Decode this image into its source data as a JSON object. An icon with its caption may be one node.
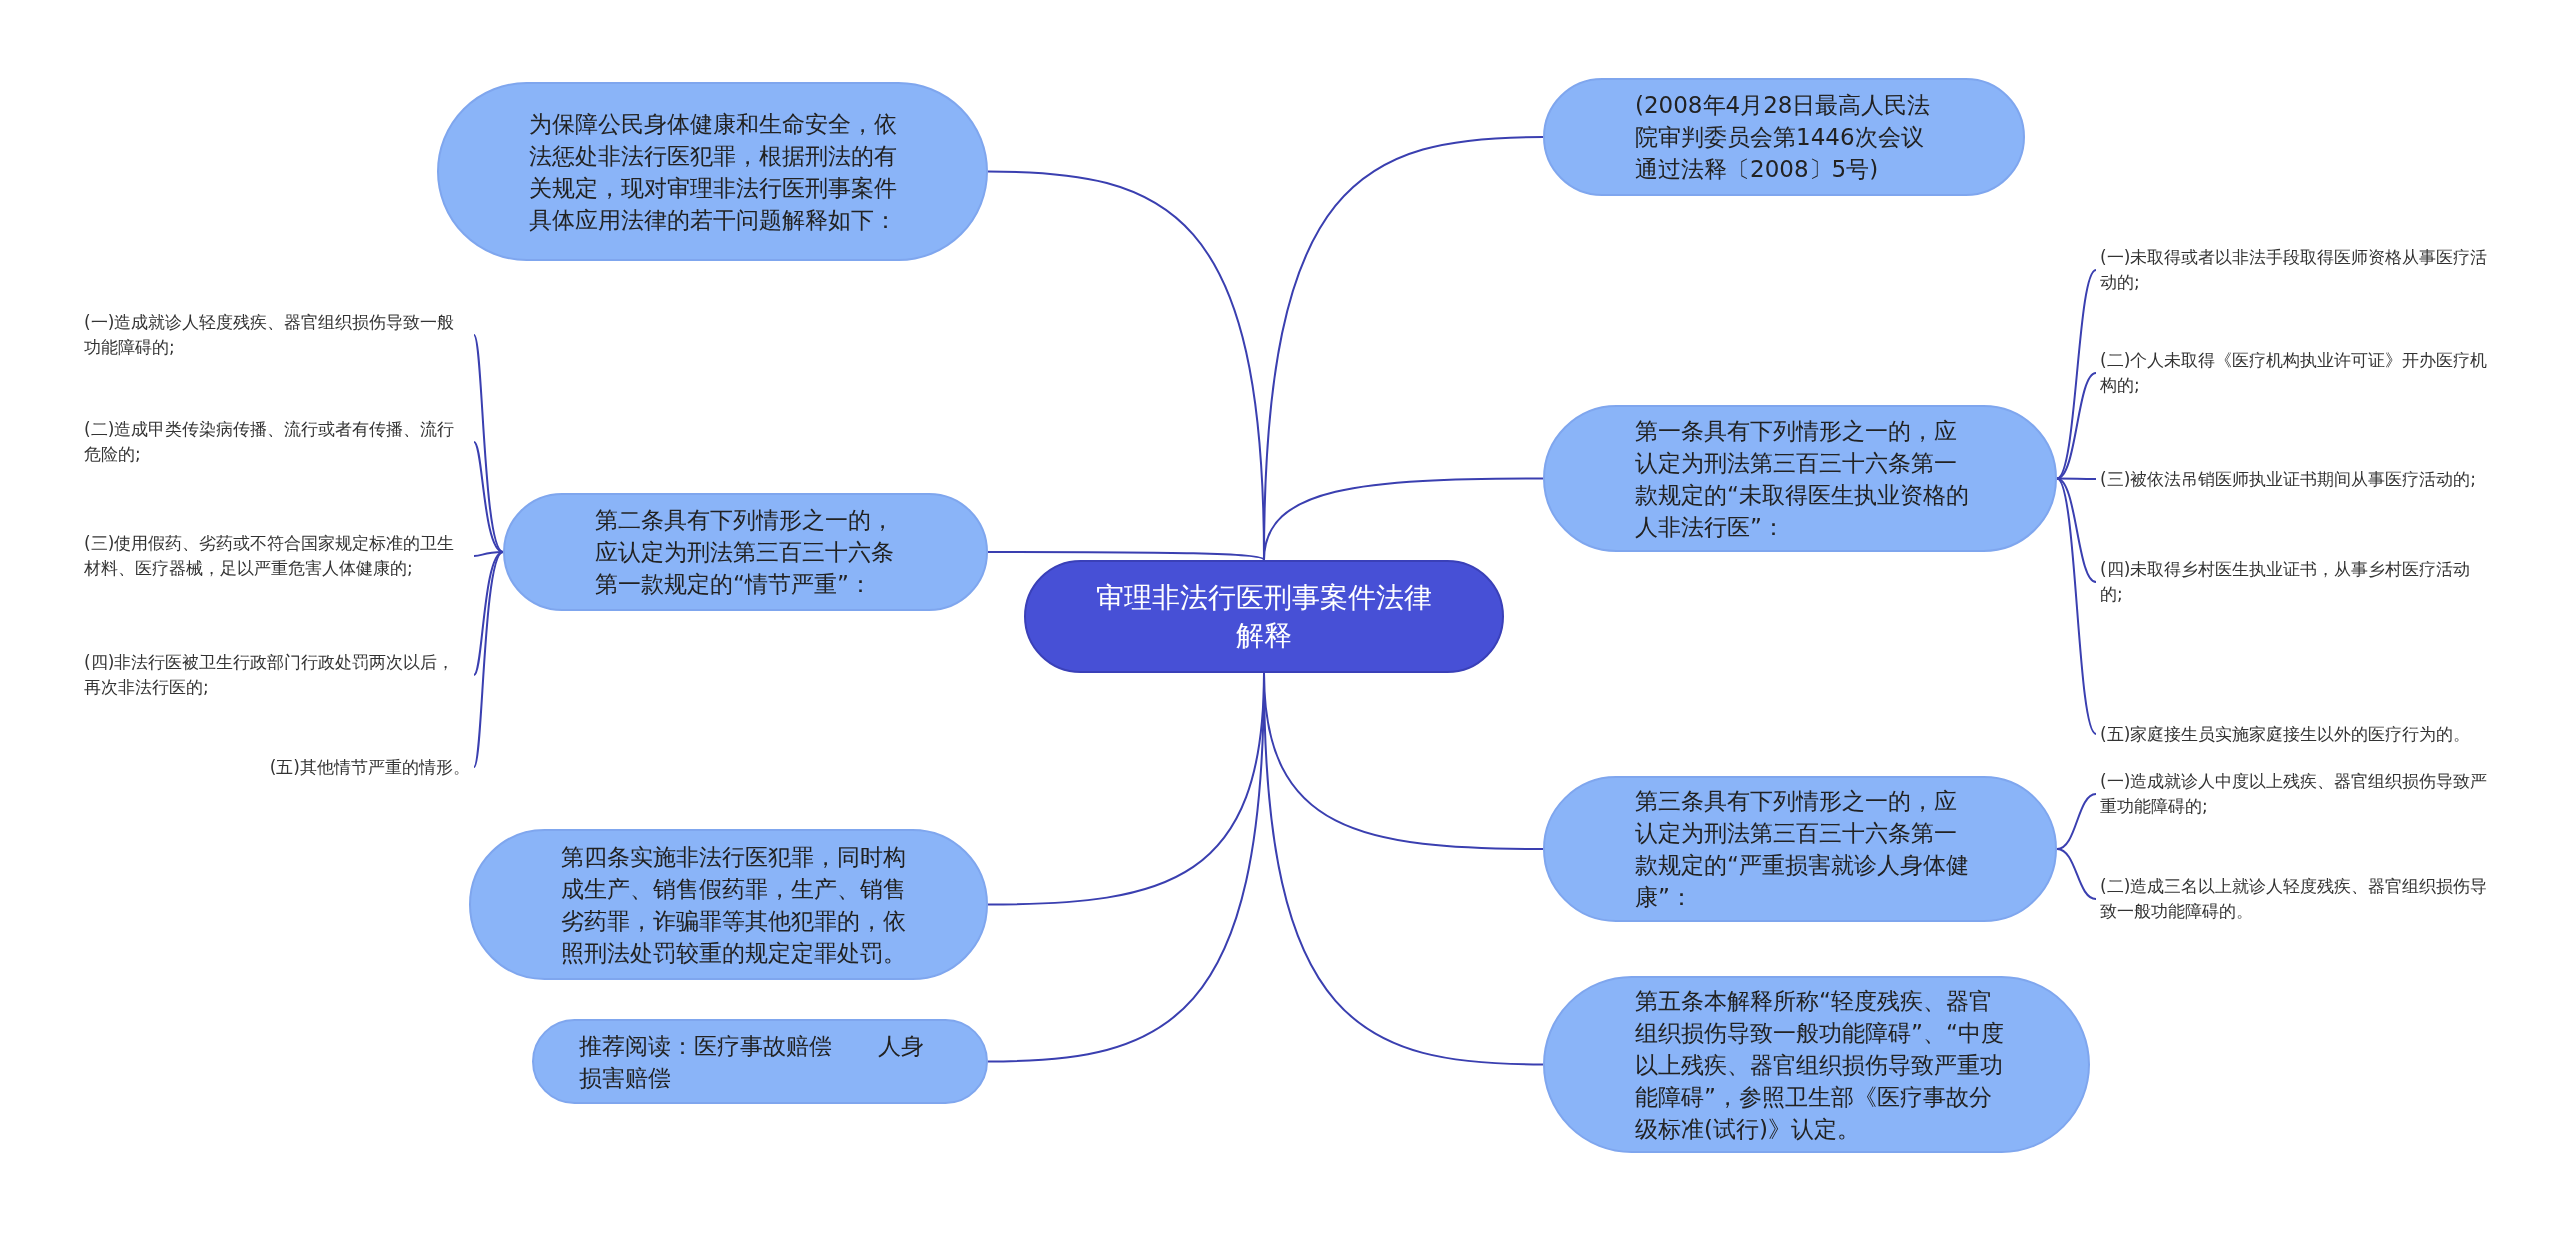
{
  "diagram": {
    "nodes": [
      {
        "text": [
          "审理非法行医刑事案件法律解释"
        ]
      },
      {
        "text": [
          "为保障公民身体健康和生命安全，依法惩处非法行医犯罪，根据刑法的有关规定，现对审理非法行医刑事案件具体应用法律的若干问题解释如下："
        ]
      },
      {
        "text": [
          "第二条具有下列情形之一的，应认定为刑法第三百三十六条第一款规定的“情节严重”："
        ]
      },
      {
        "text": [
          "(一)造成就诊人轻度残疾、器官组织损伤导致一般功能障碍的;"
        ]
      },
      {
        "text": [
          "(二)造成甲类传染病传播、流行或者有传播、流行危险的;"
        ]
      },
      {
        "text": [
          "(三)使用假药、劣药或不符合国家规定标准的卫生材料、医疗器械，足以严重危害人体健康的;"
        ]
      },
      {
        "text": [
          "(四)非法行医被卫生行政部门行政处罚两次以后，再次非法行医的;"
        ]
      },
      {
        "text": [
          "(五)其他情节严重的情形。"
        ]
      },
      {
        "text": [
          "第四条实施非法行医犯罪，同时构成生产、销售假药罪，生产、销售劣药罪，诈骗罪等其他犯罪的，依照刑法处罚较重的规定定罪处罚。"
        ]
      },
      {
        "text": [
          "推荐阅读：医疗事故赔偿　　人身损害赔偿"
        ]
      },
      {
        "text": [
          "(2008年4月28日最高人民法院审判委员会第1446次会议通过法释〔2008〕5号)"
        ]
      },
      {
        "text": [
          "第一条具有下列情形之一的，应认定为刑法第三百三十六条第一款规定的“未取得医生执业资格的人非法行医”："
        ]
      },
      {
        "text": [
          "(一)未取得或者以非法手段取得医师资格从事医疗活动的;"
        ]
      },
      {
        "text": [
          "(二)个人未取得《医疗机构执业许可证》开办医疗机构的;"
        ]
      },
      {
        "text": [
          "(三)被依法吊销医师执业证书期间从事医疗活动的;"
        ]
      },
      {
        "text": [
          "(四)未取得乡村医生执业证书，从事乡村医疗活动的;"
        ]
      },
      {
        "text": [
          "(五)家庭接生员实施家庭接生以外的医疗行为的。"
        ]
      },
      {
        "text": [
          "第三条具有下列情形之一的，应认定为刑法第三百三十六条第一款规定的“严重损害就诊人身体健康”："
        ]
      },
      {
        "text": [
          "(一)造成就诊人中度以上残疾、器官组织损伤导致严重功能障碍的;"
        ]
      },
      {
        "text": [
          "(二)造成三名以上就诊人轻度残疾、器官组织损伤导致一般功能障碍的。"
        ]
      },
      {
        "text": [
          "第五条本解释所称“轻度残疾、器官组织损伤导致一般功能障碍”、“中度以上残疾、器官组织损伤导致严重功能障碍”，参照卫生部《医疗事故分级标准(试行)》认定。"
        ]
      }
    ],
    "edges": [
      {
        "from": 0,
        "to": 1,
        "arrow": "none"
      },
      {
        "from": 0,
        "to": 2,
        "arrow": "none"
      },
      {
        "from": 2,
        "to": 3,
        "arrow": "none"
      },
      {
        "from": 2,
        "to": 4,
        "arrow": "none"
      },
      {
        "from": 2,
        "to": 5,
        "arrow": "none"
      },
      {
        "from": 2,
        "to": 6,
        "arrow": "none"
      },
      {
        "from": 2,
        "to": 7,
        "arrow": "none"
      },
      {
        "from": 0,
        "to": 8,
        "arrow": "none"
      },
      {
        "from": 0,
        "to": 9,
        "arrow": "none"
      },
      {
        "from": 0,
        "to": 10,
        "arrow": "none"
      },
      {
        "from": 0,
        "to": 11,
        "arrow": "none"
      },
      {
        "from": 11,
        "to": 12,
        "arrow": "none"
      },
      {
        "from": 11,
        "to": 13,
        "arrow": "none"
      },
      {
        "from": 11,
        "to": 14,
        "arrow": "none"
      },
      {
        "from": 11,
        "to": 15,
        "arrow": "none"
      },
      {
        "from": 11,
        "to": 16,
        "arrow": "none"
      },
      {
        "from": 0,
        "to": 17,
        "arrow": "none"
      },
      {
        "from": 17,
        "to": 18,
        "arrow": "none"
      },
      {
        "from": 17,
        "to": 19,
        "arrow": "none"
      },
      {
        "from": 0,
        "to": 20,
        "arrow": "none"
      }
    ]
  }
}
